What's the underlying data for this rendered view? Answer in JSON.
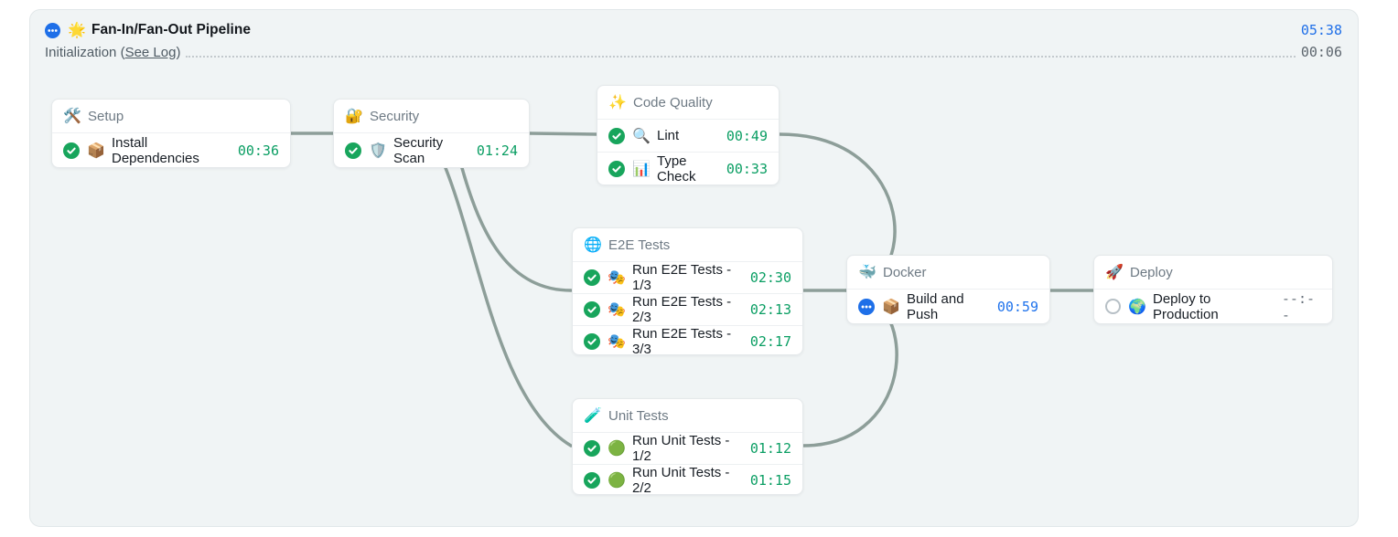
{
  "header": {
    "status": "running",
    "title_icon": "🌟",
    "title": "Fan-In/Fan-Out Pipeline",
    "total_elapsed": "05:38",
    "stage_label": "Initialization",
    "log_link_prefix": "(",
    "log_link": "See Log",
    "log_link_suffix": ")",
    "stage_elapsed": "00:06"
  },
  "colors": {
    "success": "#18a55c",
    "running": "#1e6fe8",
    "pending_ring": "#b7c0c6",
    "time_green": "#0a9e63",
    "time_blue": "#1e72ec",
    "time_gray": "#67707a",
    "edge": "#8d9e99",
    "panel_bg": "#f0f4f5"
  },
  "nodes": [
    {
      "id": "setup",
      "icon": "🛠️",
      "title": "Setup",
      "tasks": [
        {
          "status": "success",
          "emoji": "📦",
          "label": "Install Dependencies",
          "time": "00:36"
        }
      ]
    },
    {
      "id": "security",
      "icon": "🔐",
      "title": "Security",
      "tasks": [
        {
          "status": "success",
          "emoji": "🛡️",
          "label": "Security Scan",
          "time": "01:24"
        }
      ]
    },
    {
      "id": "codequality",
      "icon": "✨",
      "title": "Code Quality",
      "tasks": [
        {
          "status": "success",
          "emoji": "🔍",
          "label": "Lint",
          "time": "00:49"
        },
        {
          "status": "success",
          "emoji": "📊",
          "label": "Type Check",
          "time": "00:33"
        }
      ]
    },
    {
      "id": "e2e",
      "icon": "🌐",
      "title": "E2E Tests",
      "tasks": [
        {
          "status": "success",
          "emoji": "🎭",
          "label": "Run E2E Tests - 1/3",
          "time": "02:30"
        },
        {
          "status": "success",
          "emoji": "🎭",
          "label": "Run E2E Tests - 2/3",
          "time": "02:13"
        },
        {
          "status": "success",
          "emoji": "🎭",
          "label": "Run E2E Tests - 3/3",
          "time": "02:17"
        }
      ]
    },
    {
      "id": "unit",
      "icon": "🧪",
      "title": "Unit Tests",
      "tasks": [
        {
          "status": "success",
          "emoji": "🟢",
          "label": "Run Unit Tests - 1/2",
          "time": "01:12"
        },
        {
          "status": "success",
          "emoji": "🟢",
          "label": "Run Unit Tests - 2/2",
          "time": "01:15"
        }
      ]
    },
    {
      "id": "docker",
      "icon": "🐳",
      "title": "Docker",
      "tasks": [
        {
          "status": "running",
          "emoji": "📦",
          "label": "Build and Push",
          "time": "00:59"
        }
      ]
    },
    {
      "id": "deploy",
      "icon": "🚀",
      "title": "Deploy",
      "tasks": [
        {
          "status": "pending",
          "emoji": "🌍",
          "label": "Deploy to Production",
          "time": "--:--"
        }
      ]
    }
  ],
  "edges": [
    {
      "from": "setup",
      "to": "security"
    },
    {
      "from": "security",
      "to": "codequality"
    },
    {
      "from": "security",
      "to": "e2e"
    },
    {
      "from": "security",
      "to": "unit"
    },
    {
      "from": "codequality",
      "to": "docker"
    },
    {
      "from": "e2e",
      "to": "docker"
    },
    {
      "from": "unit",
      "to": "docker"
    },
    {
      "from": "docker",
      "to": "deploy"
    }
  ]
}
